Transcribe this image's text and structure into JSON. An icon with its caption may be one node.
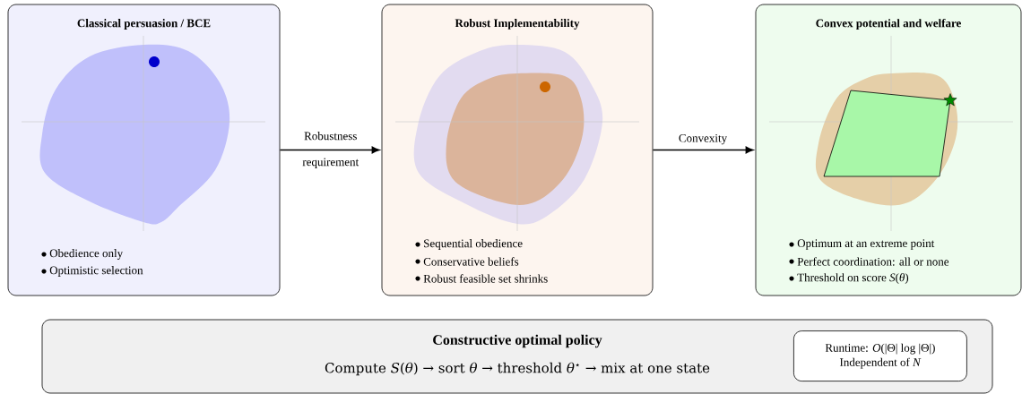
{
  "diagram": {
    "nodes": [
      {
        "text": [
          "Classical persuasion / BCE",
          "Obedience only",
          "Optimistic selection"
        ]
      },
      {
        "text": [
          "Robust Implementability",
          "Sequential obedience",
          "Conservative beliefs",
          "Robust feasible set shrinks"
        ]
      },
      {
        "text": [
          "Convex potential and welfare",
          "Optimum at an extreme point",
          "Perfect coordination: all or none",
          "Threshold on score *S*(*θ*)"
        ]
      },
      {
        "text": [
          "Constructive optimal policy",
          "Compute *S*(*θ*) → sort *θ* → threshold *θ*$^{⋆}$ → mix at one state"
        ]
      },
      {
        "text": [
          "Runtime: *O*(|Θ| log |Θ|)",
          "Independent of *N*"
        ],
        "in": 3
      }
    ],
    "edges": [
      {
        "from": 0,
        "to": 1,
        "arrow": "to",
        "label": "Robustness requirement"
      },
      {
        "from": 1,
        "to": 2,
        "arrow": "to",
        "label": "Convexity"
      }
    ]
  }
}
